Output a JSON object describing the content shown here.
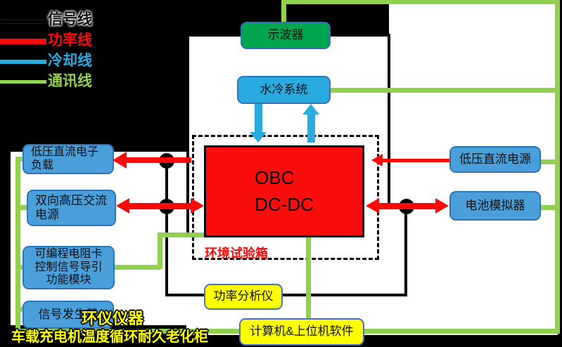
{
  "legend": {
    "items": [
      {
        "label": "信号线",
        "color": "#000000"
      },
      {
        "label": "功率线",
        "color": "#fb0a0a"
      },
      {
        "label": "冷却线",
        "color": "#29abe2"
      },
      {
        "label": "通讯线",
        "color": "#92d050"
      }
    ]
  },
  "blocks": {
    "oscilloscope": "示波器",
    "water_cooling": "水冷系统",
    "obc": "OBC\nDC-DC",
    "chamber": "环境试验箱",
    "lv_dc_load": "低压直流电子\n负载",
    "bidir_hv_ac": "双向高压交流\n电源",
    "prog_resistor": "可编程电阻卡\n控制信号导引\n功能模块",
    "signal_gen": "信号发生器",
    "lv_dc_supply": "低压直流电源",
    "battery_sim": "电池模拟器",
    "power_analyzer": "功率分析仪",
    "computer": "计算机&上位机软件"
  },
  "captions": {
    "brand": "环仪仪器",
    "product": "车载充电机温度循环耐久老化柜"
  },
  "colors": {
    "signal_line": "#000000",
    "power_line": "#fb0a0a",
    "cooling_line": "#29abe2",
    "comm_line": "#92d050",
    "blue_box_fill": "#4a9ed9",
    "cyan_box_fill": "#29abe2",
    "green_box_fill": "#00a550",
    "yellow_box_fill": "#ffff00",
    "obc_fill": "#f90d0d",
    "box_border": "#2e75b6",
    "caption_text": "#ffff00"
  }
}
